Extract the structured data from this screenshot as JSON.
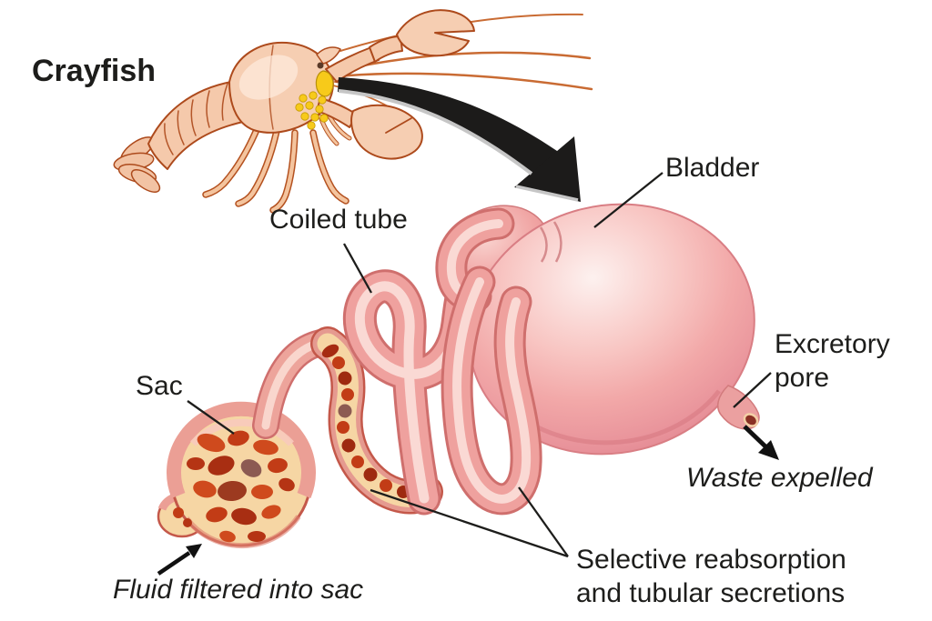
{
  "diagram": {
    "title": "Crayfish",
    "labels": {
      "coiled_tube": "Coiled tube",
      "bladder": "Bladder",
      "excretory_pore": "Excretory pore",
      "waste_expelled": "Waste expelled",
      "sac": "Sac",
      "fluid_filtered": "Fluid filtered into sac",
      "selective_reabsorption": "Selective reabsorption and tubular secretions"
    },
    "colors": {
      "background": "#ffffff",
      "text": "#1d1d1b",
      "arrow_black": "#1c1b1a",
      "tube_pink": "#efa19e",
      "tube_highlight": "#fad9d4",
      "bladder_pink": "#f2a8a8",
      "sac_interior_cream": "#f6d6a4",
      "sac_blob_red": "#c23c16",
      "gland_yellow": "#f7ca1a",
      "crayfish_body": "#f5c9ab",
      "crayfish_outline": "#ad4a1c"
    }
  }
}
